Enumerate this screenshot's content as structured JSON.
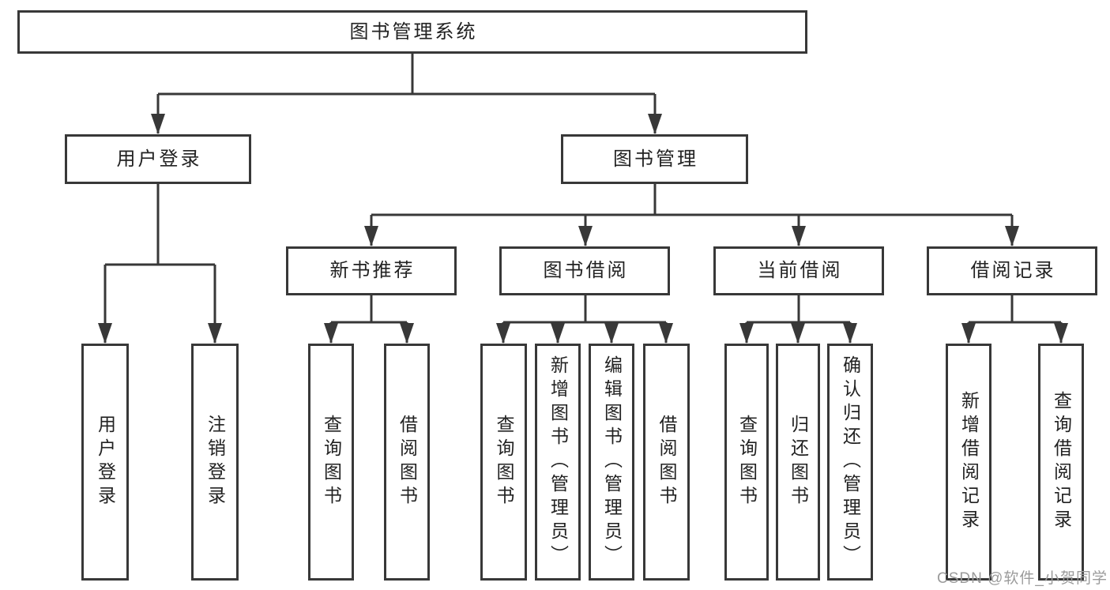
{
  "tree": {
    "root": {
      "label": "图书管理系统"
    },
    "branches": [
      {
        "label": "用户登录",
        "children": [
          "用户登录",
          "注销登录"
        ]
      },
      {
        "label": "图书管理",
        "groups": [
          {
            "label": "新书推荐",
            "children": [
              "查询图书",
              "借阅图书"
            ]
          },
          {
            "label": "图书借阅",
            "children": [
              "查询图书",
              "新增图书（管理员）",
              "编辑图书（管理员）",
              "借阅图书"
            ]
          },
          {
            "label": "当前借阅",
            "children": [
              "查询图书",
              "归还图书",
              "确认归还（管理员）"
            ]
          },
          {
            "label": "借阅记录",
            "children": [
              "新增借阅记录",
              "查询借阅记录"
            ]
          }
        ]
      }
    ]
  },
  "watermark": {
    "text": "CSDN @软件_小贺同学"
  },
  "colors": {
    "line": "#383838",
    "box_border": "#383838",
    "text": "#222222",
    "watermark": "#9b9b9b",
    "background": "#ffffff"
  }
}
